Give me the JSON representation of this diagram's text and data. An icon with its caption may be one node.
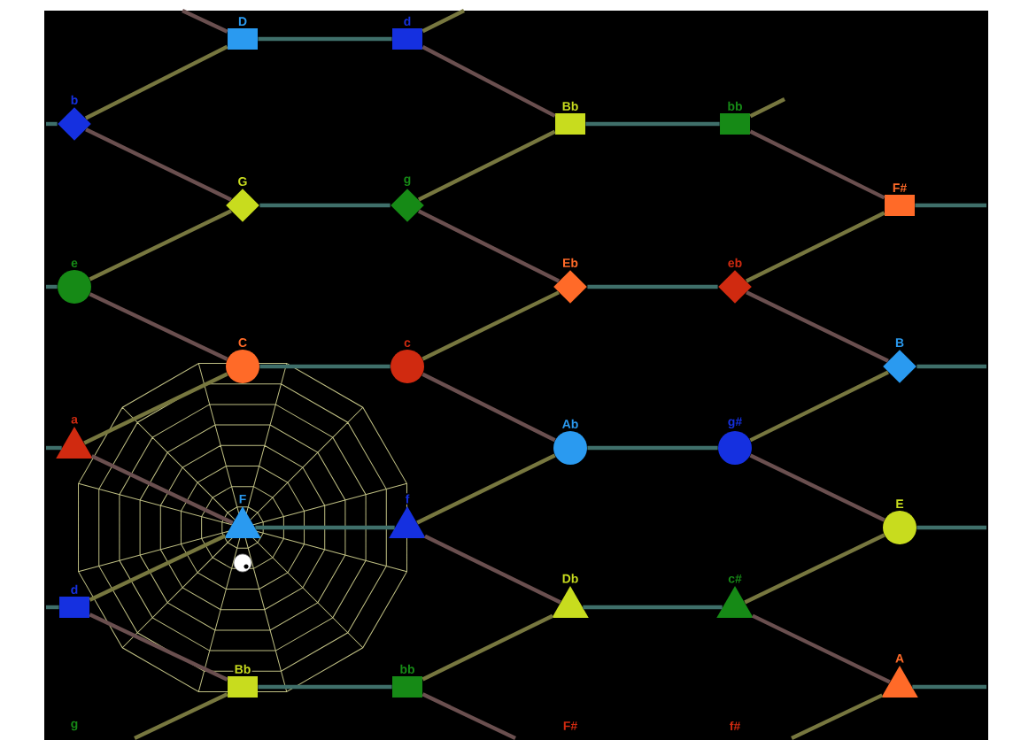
{
  "diagram": {
    "nodes": [
      {
        "text": [
          "D"
        ]
      },
      {
        "text": [
          "d"
        ]
      },
      {
        "text": [
          "b"
        ]
      },
      {
        "text": [
          "Bb"
        ]
      },
      {
        "text": [
          "bb"
        ]
      },
      {
        "text": [
          "G"
        ]
      },
      {
        "text": [
          "g"
        ]
      },
      {
        "text": [
          "F#"
        ]
      },
      {
        "text": [
          "e"
        ]
      },
      {
        "text": [
          "Eb"
        ]
      },
      {
        "text": [
          "eb"
        ]
      },
      {
        "text": [
          "C"
        ]
      },
      {
        "text": [
          "c"
        ]
      },
      {
        "text": [
          "B"
        ]
      },
      {
        "text": [
          "a"
        ]
      },
      {
        "text": [
          "Ab"
        ]
      },
      {
        "text": [
          "g#"
        ]
      },
      {
        "text": [
          "F"
        ]
      },
      {
        "text": [
          "f"
        ]
      },
      {
        "text": [
          "E"
        ]
      },
      {
        "text": [
          "d"
        ]
      },
      {
        "text": [
          "Db"
        ]
      },
      {
        "text": [
          "c#"
        ]
      },
      {
        "text": [
          "Bb"
        ]
      },
      {
        "text": [
          "bb"
        ]
      },
      {
        "text": [
          "A"
        ]
      }
    ],
    "edges": [
      {
        "from": 0,
        "to": 1,
        "arrow": "none",
        "color": "#3f6f6a"
      },
      {
        "from": 3,
        "to": 4,
        "arrow": "none",
        "color": "#3f6f6a"
      },
      {
        "from": 5,
        "to": 6,
        "arrow": "none",
        "color": "#3f6f6a"
      },
      {
        "from": 9,
        "to": 10,
        "arrow": "none",
        "color": "#3f6f6a"
      },
      {
        "from": 11,
        "to": 12,
        "arrow": "none",
        "color": "#3f6f6a"
      },
      {
        "from": 15,
        "to": 16,
        "arrow": "none",
        "color": "#3f6f6a"
      },
      {
        "from": 17,
        "to": 18,
        "arrow": "none",
        "color": "#3f6f6a"
      },
      {
        "from": 21,
        "to": 22,
        "arrow": "none",
        "color": "#3f6f6a"
      },
      {
        "from": 23,
        "to": 24,
        "arrow": "none",
        "color": "#3f6f6a"
      },
      {
        "from": null,
        "to": 2,
        "arrow": "none",
        "color": "#3f6f6a"
      },
      {
        "from": null,
        "to": 8,
        "arrow": "none",
        "color": "#3f6f6a"
      },
      {
        "from": null,
        "to": 14,
        "arrow": "none",
        "color": "#3f6f6a"
      },
      {
        "from": null,
        "to": 20,
        "arrow": "none",
        "color": "#3f6f6a"
      },
      {
        "from": 7,
        "to": null,
        "arrow": "none",
        "color": "#3f6f6a"
      },
      {
        "from": 13,
        "to": null,
        "arrow": "none",
        "color": "#3f6f6a"
      },
      {
        "from": 19,
        "to": null,
        "arrow": "none",
        "color": "#3f6f6a"
      },
      {
        "from": 25,
        "to": null,
        "arrow": "none",
        "color": "#3f6f6a"
      },
      {
        "from": 2,
        "to": 0,
        "arrow": "none",
        "color": "#77773f"
      },
      {
        "from": 8,
        "to": 5,
        "arrow": "none",
        "color": "#77773f"
      },
      {
        "from": 14,
        "to": 11,
        "arrow": "none",
        "color": "#77773f"
      },
      {
        "from": 20,
        "to": 17,
        "arrow": "none",
        "color": "#77773f"
      },
      {
        "from": 6,
        "to": 3,
        "arrow": "none",
        "color": "#77773f"
      },
      {
        "from": 12,
        "to": 9,
        "arrow": "none",
        "color": "#77773f"
      },
      {
        "from": 18,
        "to": 15,
        "arrow": "none",
        "color": "#77773f"
      },
      {
        "from": 24,
        "to": 21,
        "arrow": "none",
        "color": "#77773f"
      },
      {
        "from": 10,
        "to": 7,
        "arrow": "none",
        "color": "#77773f"
      },
      {
        "from": 16,
        "to": 13,
        "arrow": "none",
        "color": "#77773f"
      },
      {
        "from": 22,
        "to": 19,
        "arrow": "none",
        "color": "#77773f"
      },
      {
        "from": null,
        "to": 23,
        "arrow": "none",
        "color": "#77773f"
      },
      {
        "from": 1,
        "to": null,
        "arrow": "none",
        "color": "#77773f"
      },
      {
        "from": 4,
        "to": null,
        "arrow": "none",
        "color": "#77773f"
      },
      {
        "from": null,
        "to": 25,
        "arrow": "none",
        "color": "#77773f"
      },
      {
        "from": 2,
        "to": 5,
        "arrow": "none",
        "color": "#6a4f4f"
      },
      {
        "from": 8,
        "to": 11,
        "arrow": "none",
        "color": "#6a4f4f"
      },
      {
        "from": 14,
        "to": 17,
        "arrow": "none",
        "color": "#6a4f4f"
      },
      {
        "from": 20,
        "to": 23,
        "arrow": "none",
        "color": "#6a4f4f"
      },
      {
        "from": 1,
        "to": 3,
        "arrow": "none",
        "color": "#6a4f4f"
      },
      {
        "from": 6,
        "to": 9,
        "arrow": "none",
        "color": "#6a4f4f"
      },
      {
        "from": 12,
        "to": 15,
        "arrow": "none",
        "color": "#6a4f4f"
      },
      {
        "from": 18,
        "to": 21,
        "arrow": "none",
        "color": "#6a4f4f"
      },
      {
        "from": 4,
        "to": 7,
        "arrow": "none",
        "color": "#6a4f4f"
      },
      {
        "from": 10,
        "to": 13,
        "arrow": "none",
        "color": "#6a4f4f"
      },
      {
        "from": 16,
        "to": 19,
        "arrow": "none",
        "color": "#6a4f4f"
      },
      {
        "from": 22,
        "to": 25,
        "arrow": "none",
        "color": "#6a4f4f"
      },
      {
        "from": null,
        "to": 0,
        "arrow": "none",
        "color": "#6a4f4f"
      },
      {
        "from": 24,
        "to": null,
        "arrow": "none",
        "color": "#6a4f4f"
      }
    ],
    "labels": [
      "g",
      "F#",
      "f#"
    ]
  }
}
